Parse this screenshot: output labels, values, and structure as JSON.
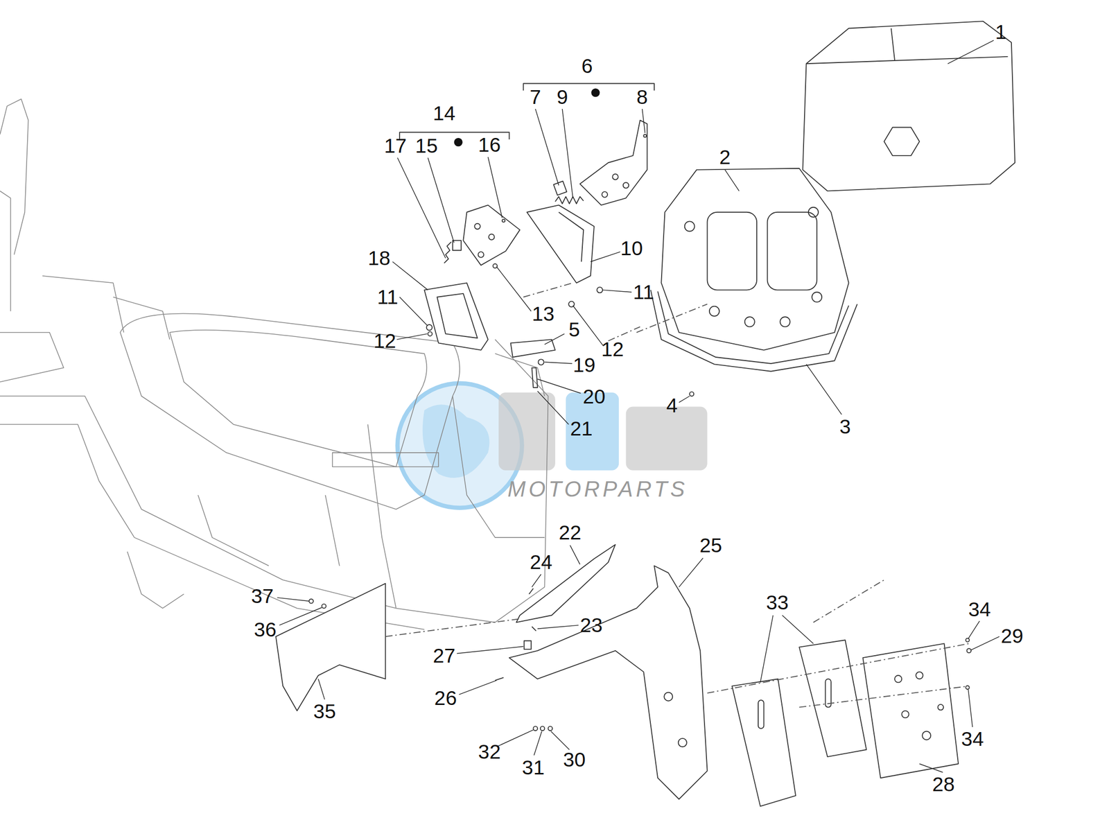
{
  "diagram": {
    "labels": [
      "1",
      "6",
      "14",
      "7",
      "9",
      "8",
      "17",
      "15",
      "16",
      "2",
      "18",
      "10",
      "11",
      "11",
      "13",
      "5",
      "12",
      "12",
      "19",
      "20",
      "4",
      "21",
      "3",
      "22",
      "25",
      "24",
      "33",
      "34",
      "37",
      "29",
      "23",
      "36",
      "27",
      "26",
      "35",
      "34",
      "32",
      "30",
      "31",
      "28",
      "MOTORPARTS"
    ]
  }
}
